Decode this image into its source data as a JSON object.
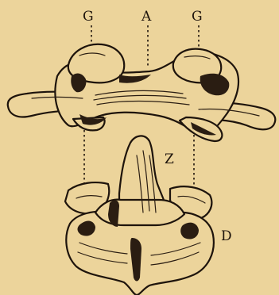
{
  "figure": {
    "labels": {
      "g_left": "G",
      "a": "A",
      "g_right": "G",
      "z": "Z",
      "d": "D"
    },
    "colors": {
      "paper": "#ecd49b",
      "ink": "#1e140c"
    }
  }
}
